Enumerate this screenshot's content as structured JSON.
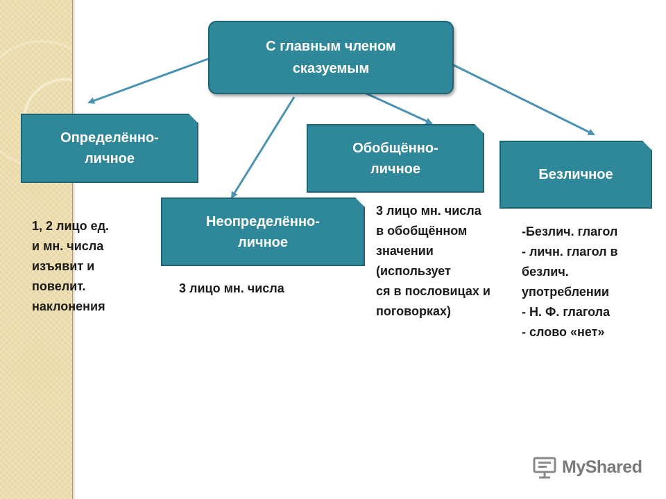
{
  "diagram": {
    "root": {
      "lines": [
        "С главным членом",
        "сказуемым"
      ]
    },
    "nodes": {
      "definite": {
        "lines": [
          "Определённо-",
          "личное"
        ]
      },
      "indefinite": {
        "lines": [
          "Неопределённо-",
          "личное"
        ]
      },
      "generalized": {
        "lines": [
          "Обобщённо-",
          "личное"
        ]
      },
      "impersonal": {
        "lines": [
          "Безличное"
        ]
      }
    },
    "notes": {
      "definite": [
        "1, 2 лицо ед.",
        "и мн. числа",
        "изъявит и",
        "повелит.",
        "наклонения"
      ],
      "indefinite": [
        "3 лицо мн. числа"
      ],
      "generalized": [
        "3 лицо мн. числа",
        "в обобщённом",
        "значении",
        "(использует",
        "ся в пословицах и",
        "поговорках)"
      ],
      "impersonal": [
        "-Безлич. глагол",
        "- личн. глагол в",
        "безлич.",
        "употреблении",
        "- Н. Ф. глагола",
        "- слово «нет»"
      ]
    },
    "colors": {
      "box_fill": "#2f879a",
      "box_border": "#1f6473",
      "arrow": "#4a92b2",
      "text": "#1a1a1a"
    }
  },
  "watermark": {
    "text": "MyShared",
    "icon": "presentation-board-icon"
  }
}
